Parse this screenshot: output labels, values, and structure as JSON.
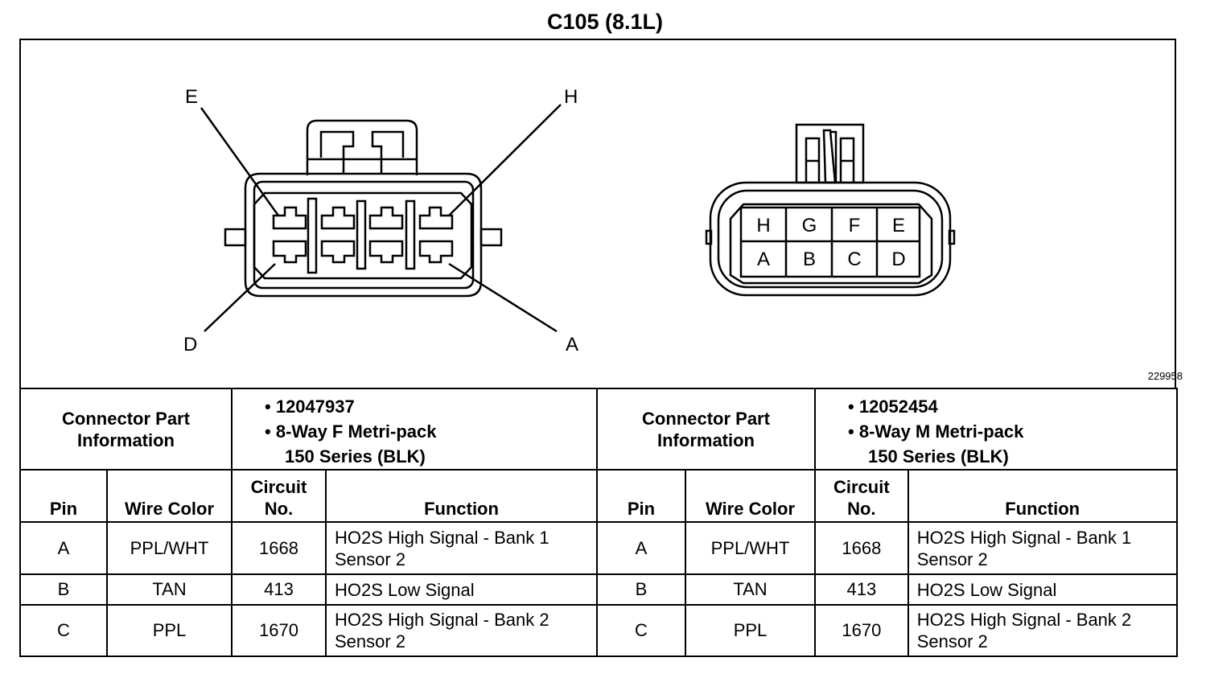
{
  "title": "C105 (8.1L)",
  "figure_id": "229958",
  "female_connector": {
    "callouts": [
      "E",
      "H",
      "D",
      "A"
    ]
  },
  "male_connector": {
    "top_row": [
      "H",
      "G",
      "F",
      "E"
    ],
    "bottom_row": [
      "A",
      "B",
      "C",
      "D"
    ]
  },
  "tables": [
    {
      "part_info_label": "Connector Part Information",
      "part_number": "12047937",
      "desc_line1": "8-Way F Metri-pack",
      "desc_line2": "150 Series (BLK)",
      "headers": {
        "pin": "Pin",
        "wire_color": "Wire Color",
        "circuit": "Circuit No.",
        "function": "Function"
      },
      "rows": [
        {
          "pin": "A",
          "wire": "PPL/WHT",
          "circuit": "1668",
          "function": "HO2S High Signal - Bank 1 Sensor 2"
        },
        {
          "pin": "B",
          "wire": "TAN",
          "circuit": "413",
          "function": "HO2S Low Signal"
        },
        {
          "pin": "C",
          "wire": "PPL",
          "circuit": "1670",
          "function": "HO2S High Signal - Bank 2 Sensor 2"
        }
      ]
    },
    {
      "part_info_label": "Connector Part Information",
      "part_number": "12052454",
      "desc_line1": "8-Way M Metri-pack",
      "desc_line2": "150 Series (BLK)",
      "headers": {
        "pin": "Pin",
        "wire_color": "Wire Color",
        "circuit": "Circuit No.",
        "function": "Function"
      },
      "rows": [
        {
          "pin": "A",
          "wire": "PPL/WHT",
          "circuit": "1668",
          "function": "HO2S High Signal - Bank 1 Sensor 2"
        },
        {
          "pin": "B",
          "wire": "TAN",
          "circuit": "413",
          "function": "HO2S Low Signal"
        },
        {
          "pin": "C",
          "wire": "PPL",
          "circuit": "1670",
          "function": "HO2S High Signal - Bank 2 Sensor 2"
        }
      ]
    }
  ]
}
